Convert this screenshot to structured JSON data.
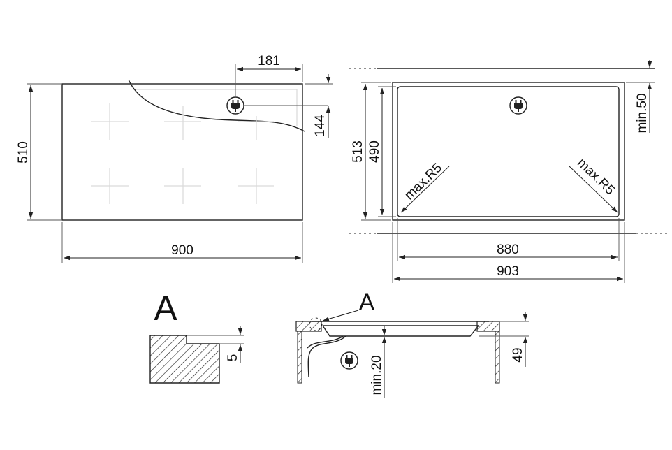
{
  "top_view": {
    "width_label": "900",
    "depth_label": "510",
    "cable_offset_label": "181",
    "cable_depth_label": "144"
  },
  "cutout": {
    "width_inner_label": "880",
    "width_outer_label": "903",
    "depth_outer_label": "513",
    "depth_inner_label": "490",
    "clearance_label": "min.50",
    "radius_left_label": "max.R5",
    "radius_right_label": "max.R5"
  },
  "detail": {
    "letter": "A",
    "step_label": "5"
  },
  "section": {
    "callout_letter": "A",
    "height_label": "49",
    "clearance_label": "min.20"
  },
  "icons": {
    "power_plug": "power-plug-icon"
  }
}
